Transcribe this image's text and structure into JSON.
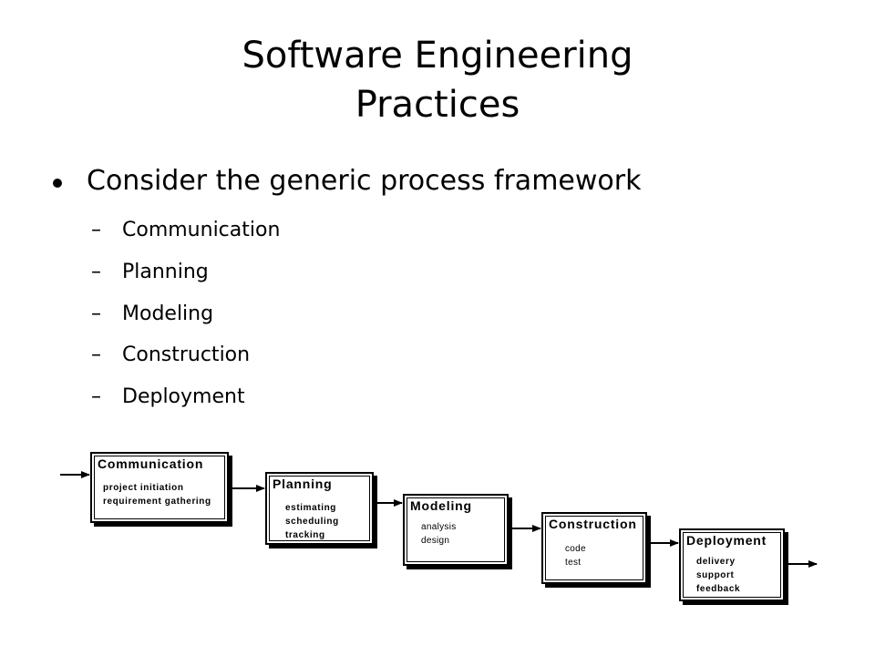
{
  "title": {
    "line1": "Software Engineering",
    "line2": "Practices"
  },
  "bullet": {
    "text": "Consider the generic process framework",
    "subitems": [
      "Communication",
      "Planning",
      "Modeling",
      "Construction",
      "Deployment"
    ]
  },
  "dash": "–",
  "diagram": {
    "boxes": [
      {
        "head": "Communication",
        "items": [
          "project initiation",
          "requirement gathering"
        ]
      },
      {
        "head": "Planning",
        "items": [
          "estimating",
          "scheduling",
          "tracking"
        ]
      },
      {
        "head": "Modeling",
        "items": [
          "analysis",
          "design"
        ]
      },
      {
        "head": "Construction",
        "items": [
          "code",
          "test"
        ]
      },
      {
        "head": "Deployment",
        "items": [
          "delivery",
          "support",
          "feedback"
        ]
      }
    ]
  }
}
